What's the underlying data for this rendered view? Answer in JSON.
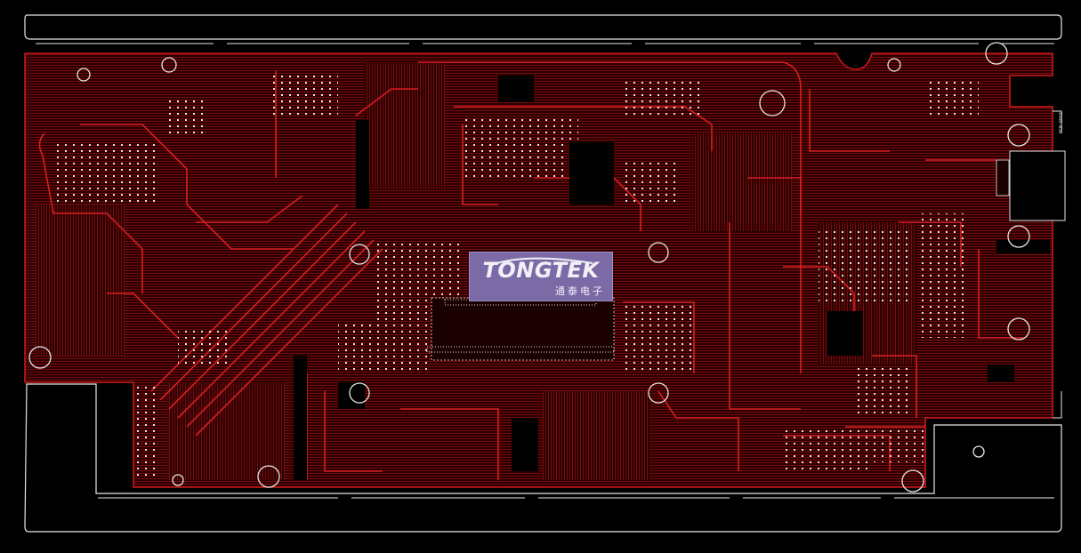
{
  "logo": {
    "wordmark": "TONGTEK",
    "subtitle": "通泰电子"
  },
  "edge_label": "PCB EDGE",
  "colors": {
    "background": "#000000",
    "copper_fill": "#3a0000",
    "trace": "#c4141a",
    "outline": "#ffffff",
    "logo_bg": "#7b6aa6"
  }
}
